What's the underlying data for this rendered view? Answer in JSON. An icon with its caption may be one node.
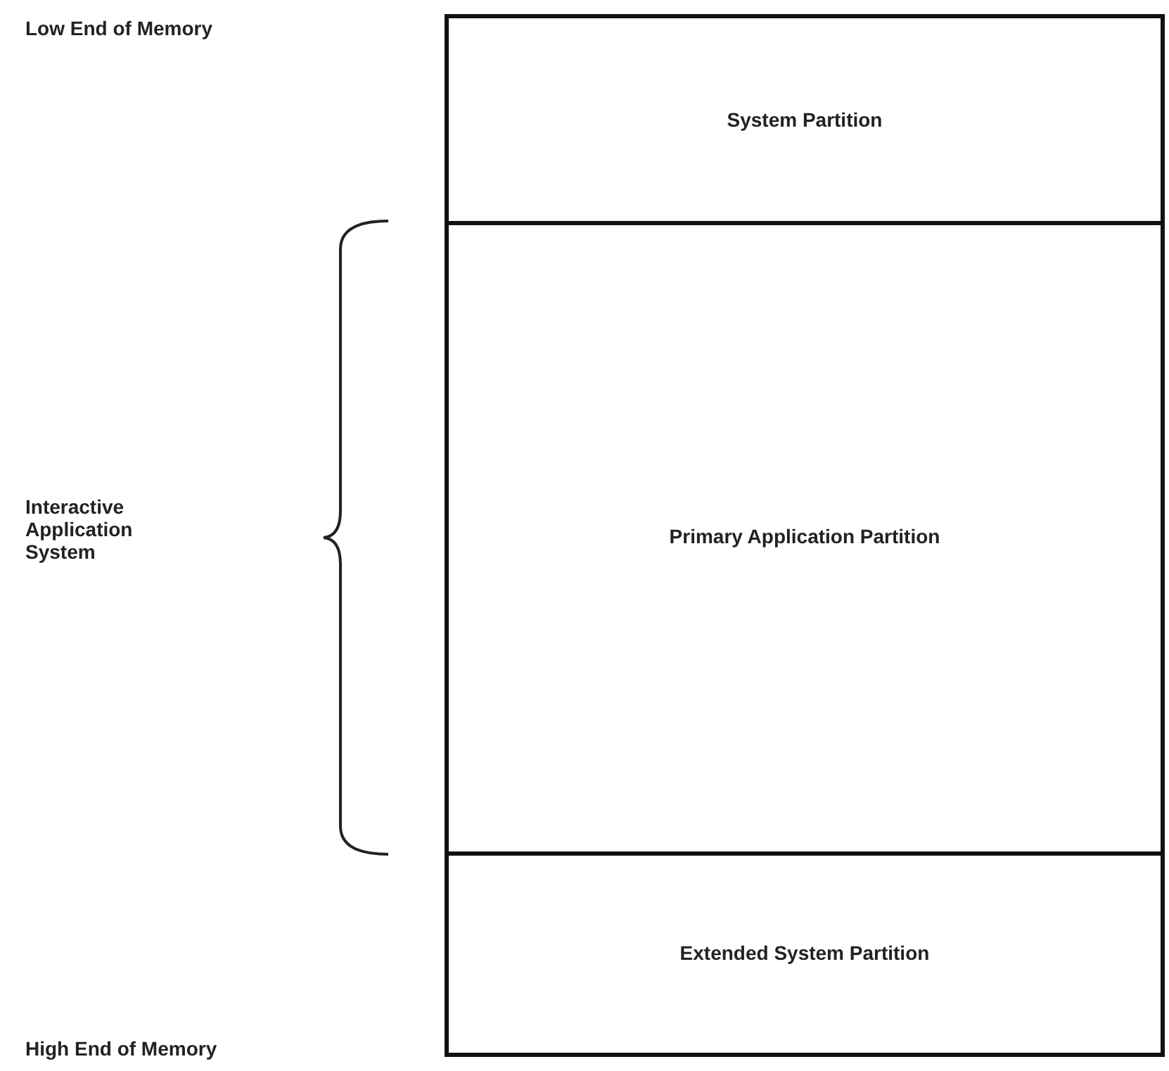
{
  "diagram": {
    "nodes": [
      {
        "text": [
          "System Partition"
        ]
      },
      {
        "text": [
          "Primary Application Partition"
        ]
      },
      {
        "text": [
          "Extended System Partition"
        ]
      }
    ],
    "labels": [
      "Low End of Memory",
      "Interactive Application System",
      "High End of Memory"
    ]
  }
}
